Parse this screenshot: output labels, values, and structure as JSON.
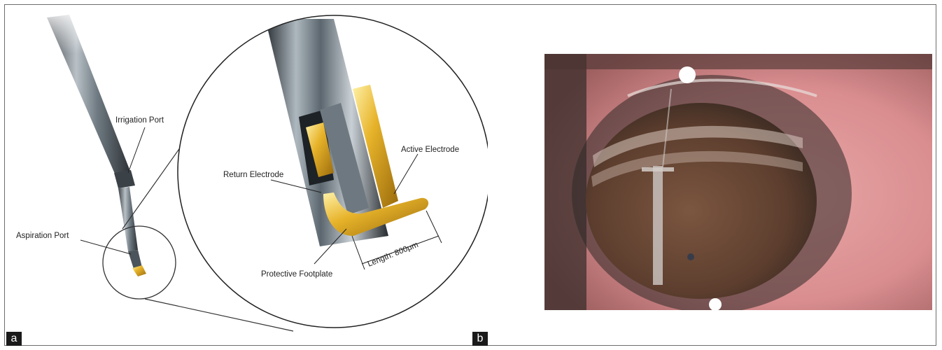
{
  "panel_a": {
    "labels": {
      "irrigation_port": "Irrigation Port",
      "aspiration_port": "Aspiration Port",
      "return_electrode": "Return Electrode",
      "active_electrode": "Active Electrode",
      "protective_footplate": "Protective Footplate",
      "length": "Length: 800μm"
    },
    "letter": "a"
  },
  "panel_b": {
    "letter": "b"
  },
  "colors": {
    "gold": "#e0a81e",
    "steel": "#7c8790",
    "sclera": "#d98d8f",
    "iris": "#6f4a35"
  }
}
